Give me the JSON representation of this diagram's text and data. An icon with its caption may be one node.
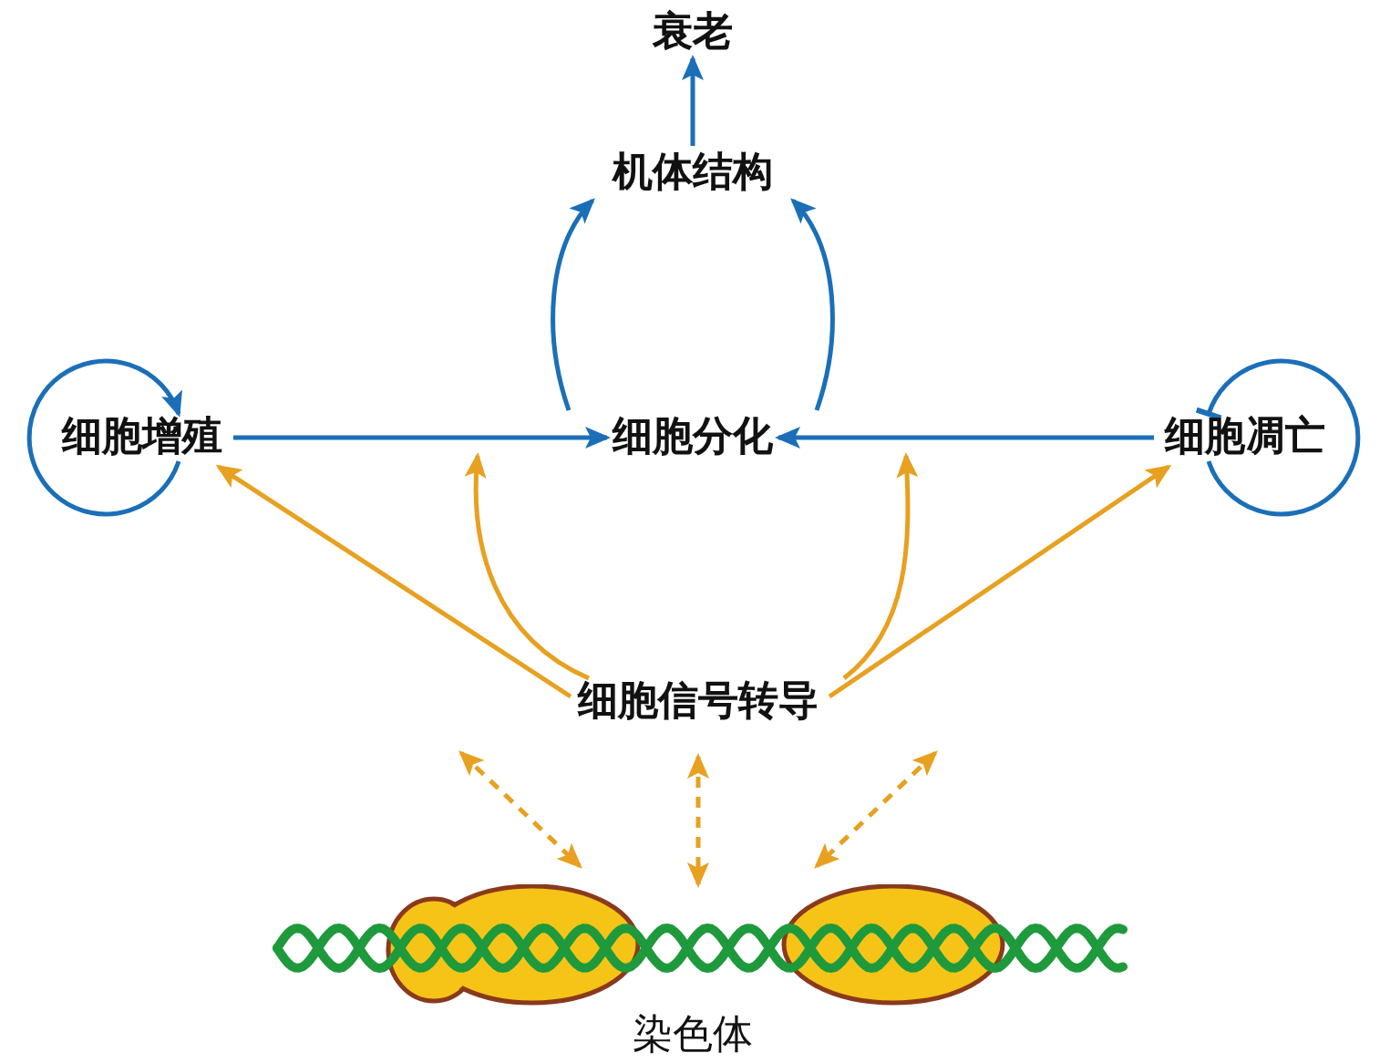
{
  "diagram": {
    "nodes": [
      {
        "text": [
          "衰老"
        ]
      },
      {
        "text": [
          "机体结构"
        ]
      },
      {
        "text": [
          "细胞增殖"
        ]
      },
      {
        "text": [
          "细胞分化"
        ]
      },
      {
        "text": [
          "细胞凋亡"
        ]
      },
      {
        "text": [
          "细胞信号转导"
        ]
      },
      {
        "text": [],
        "shape": "picture",
        "beside": [
          "染色体"
        ]
      }
    ],
    "edges": [
      {
        "from": 1,
        "to": 0,
        "arrow": "to"
      },
      {
        "from": 3,
        "to": 1,
        "arrow": "to"
      },
      {
        "from": 3,
        "to": 1,
        "arrow": "to"
      },
      {
        "from": 2,
        "to": 3,
        "arrow": "to"
      },
      {
        "from": 4,
        "to": 3,
        "arrow": "to"
      },
      {
        "from": 2,
        "to": 2,
        "arrow": "to"
      },
      {
        "from": 4,
        "to": 4,
        "arrow": "other"
      },
      {
        "from": 5,
        "to": 2,
        "arrow": "to",
        "color": "#e8a020"
      },
      {
        "from": 5,
        "to": 3,
        "arrow": "to",
        "color": "#e8a020"
      },
      {
        "from": 5,
        "to": 3,
        "arrow": "to",
        "color": "#e8a020"
      },
      {
        "from": 5,
        "to": 4,
        "arrow": "to",
        "color": "#e8a020"
      },
      {
        "from": 5,
        "to": 6,
        "arrow": "both",
        "style": "dashed",
        "color": "#e8a020"
      },
      {
        "from": 5,
        "to": 6,
        "arrow": "both",
        "style": "dashed",
        "color": "#e8a020"
      },
      {
        "from": 5,
        "to": 6,
        "arrow": "both",
        "style": "dashed",
        "color": "#e8a020"
      }
    ]
  }
}
